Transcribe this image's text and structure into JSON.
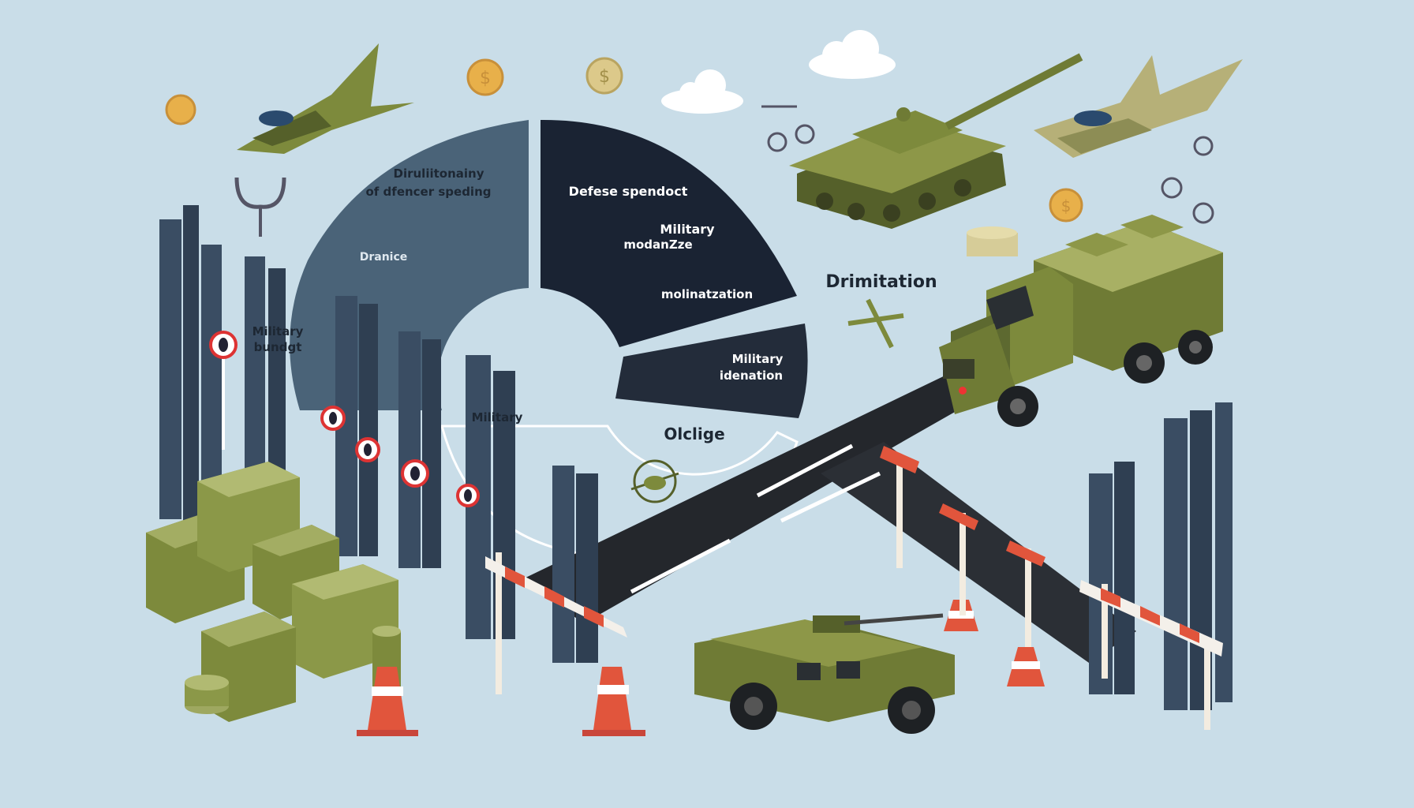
{
  "colors": {
    "background": "#c9dde8",
    "wedge_light": "#4a6378",
    "wedge_dark": "#1a2333",
    "road": "#24272c",
    "olive": "#7d8a3c",
    "olive_dark": "#55602a",
    "pillar": "#3a4d63",
    "coin": "#e8b04a",
    "cone": "#e1553c"
  },
  "labels": {
    "wedge1_line1": "Diruliitonainy",
    "wedge1_line2": "of dfencer speding",
    "wedge1_sub": "Dranice",
    "wedge2_title": "Defese spendoct",
    "wedge2_mid1": "Military",
    "wedge2_mid2": "modanZze",
    "wedge2_low": "molinatzation",
    "wedge3_line1": "Military",
    "wedge3_line2": "idenation",
    "center": "Olclige",
    "right_heading": "Drimitation",
    "left_line1": "Military",
    "left_line2": "bundgt",
    "pillar_label": "Military"
  },
  "icons": [
    "fighter-jet-icon",
    "tank-icon",
    "cargo-truck-icon",
    "humvee-icon",
    "coin-icon",
    "cloud-icon",
    "traffic-cone-icon",
    "barrier-icon",
    "money-stack-icon",
    "drone-icon",
    "crosshair-icon",
    "road-sign-icon"
  ]
}
